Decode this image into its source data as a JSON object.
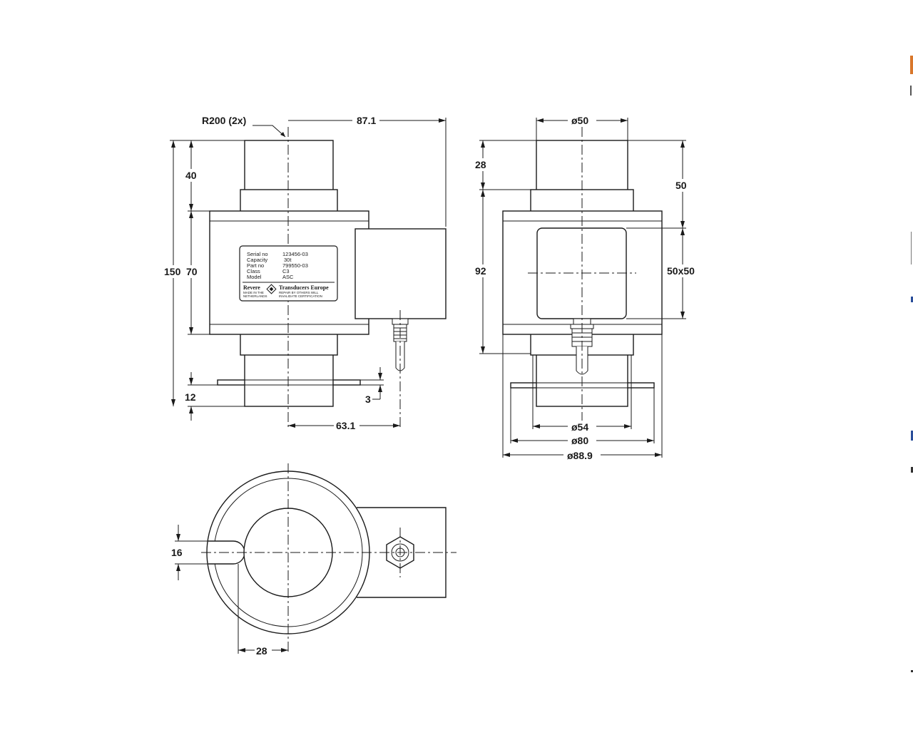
{
  "dimensions": {
    "r200": "R200 (2x)",
    "d871": "87.1",
    "d40": "40",
    "d150": "150",
    "d70": "70",
    "d12": "12",
    "d3": "3",
    "d631": "63.1",
    "o50": "ø50",
    "d28a": "28",
    "d50": "50",
    "d92": "92",
    "d50x50": "50x50",
    "o54": "ø54",
    "o80": "ø80",
    "o889": "ø88.9",
    "d16": "16",
    "d28b": "28"
  },
  "label_plate": {
    "rows": [
      {
        "key": "Serial no",
        "value": "123456-03"
      },
      {
        "key": "Capacity",
        "value": "30t"
      },
      {
        "key": "Part no",
        "value": "799550-03"
      },
      {
        "key": "Class",
        "value": "C3"
      },
      {
        "key": "Model",
        "value": "ASC"
      }
    ],
    "brand_left": "Revere",
    "brand_right": "Transducers Europe",
    "made_in_1": "MADE IN THE",
    "made_in_2": "NETHERLANDS",
    "approval_1": "REPAIR BY OTHERS WILL",
    "approval_2": "INVALIDATE CERTIFICATION"
  },
  "colors": {
    "line": "#1a1a1a",
    "edge_orange": "#d9772b",
    "edge_blue": "#2a4e9a"
  }
}
